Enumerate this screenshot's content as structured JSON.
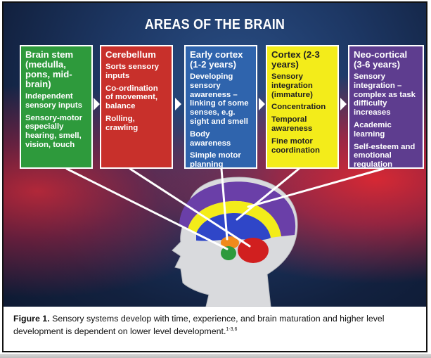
{
  "title": "AREAS OF THE BRAIN",
  "boxes": [
    {
      "heading": "Brain stem (medulla, pons, mid-brain)",
      "items": [
        "Independent sensory inputs",
        "Sensory-motor especially hearing, smell, vision, touch"
      ],
      "color": "#2e9a3c"
    },
    {
      "heading": "Cerebellum",
      "items": [
        "Sorts sensory inputs",
        "Co-ordination of movement, balance",
        "Rolling, crawling"
      ],
      "color": "#c8302b"
    },
    {
      "heading": "Early cortex (1-2 years)",
      "items": [
        "Developing sensory awareness – linking of some senses, e.g. sight and smell",
        "Body awareness",
        "Simple motor planning"
      ],
      "color": "#2f64ad"
    },
    {
      "heading": "Cortex (2-3 years)",
      "items": [
        "Sensory integration (immature)",
        "Concentration",
        "Temporal awareness",
        "Fine motor coordination"
      ],
      "color": "#f3ec1a"
    },
    {
      "heading": "Neo-cortical (3-6 years)",
      "items": [
        "Sensory integration – complex as task difficulty increases",
        "Academic learning",
        "Self-esteem and emotional regulation"
      ],
      "color": "#5e3d8f"
    }
  ],
  "caption": {
    "label": "Figure 1.",
    "text": " Sensory systems develop with time, experience, and brain maturation and higher level development is dependent on lower level development.",
    "refs": "1-3,6"
  },
  "colors": {
    "purple_layer": "#6a3fa8",
    "yellow_layer": "#f3ec1a",
    "blue_layer": "#2f46c8",
    "red_cerebellum": "#d11f1f",
    "green_brainstem": "#2e9a3c",
    "orange_core": "#f08a1c"
  }
}
